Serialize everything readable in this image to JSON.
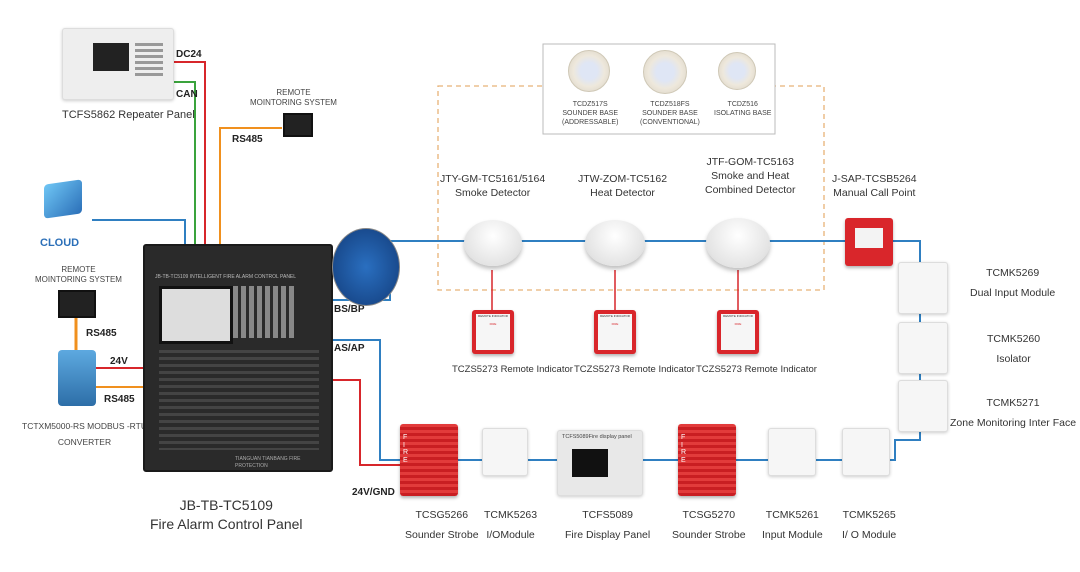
{
  "colors": {
    "power": "#d7262b",
    "can": "#3aa33c",
    "rs485": "#f0901e",
    "loop": "#2f7fc1",
    "dashed_box": "#e8b277",
    "cloud": "#2b6fb8"
  },
  "repeater": {
    "name": "TCFS5862 Repeater Panel",
    "dc_label": "DC24",
    "can_label": "CAN"
  },
  "remote_top": {
    "title_line1": "REMOTE",
    "title_line2": "MOINTORING SYSTEM",
    "link_label": "RS485"
  },
  "cloud": {
    "label": "CLOUD"
  },
  "remote_left": {
    "title_line1": "REMOTE",
    "title_line2": "MOINTORING SYSTEM",
    "link_label": "RS485"
  },
  "converter": {
    "name_line1": "TCTXM5000-RS  MODBUS -RTU",
    "name_line2": "CONVERTER",
    "power_label": "24V",
    "rs485_label": "RS485"
  },
  "control_panel": {
    "name_line1": "JB-TB-TC5109",
    "name_line2": "Fire Alarm Control Panel",
    "face_title": "JB-TB-TC5109 INTELLIGENT FIRE ALARM CONTROL PANEL",
    "brand": "TIANGUAN TIANBANG FIRE PROTECTION"
  },
  "bus_labels": {
    "bs_bp": "BS/BP",
    "as_ap": "AS/AP",
    "power": "24V/GND"
  },
  "bases": [
    {
      "line1": "TCDZ517S",
      "line2": "SOUNDER BASE",
      "line3": "(ADDRESSABLE)"
    },
    {
      "line1": "TCDZ518FS",
      "line2": "SOUNDER BASE",
      "line3": "(CONVENTIONAL)"
    },
    {
      "line1": "TCDZ516",
      "line2": "ISOLATING BASE",
      "line3": ""
    }
  ],
  "detectors": [
    {
      "model": "JTY-GM-TC5161/5164",
      "name": "Smoke Detector",
      "extra": ""
    },
    {
      "model": "JTW-ZOM-TC5162",
      "name": "Heat Detector",
      "extra": ""
    },
    {
      "model": "JTF-GOM-TC5163",
      "name": "Smoke and Heat",
      "extra": "Combined Detector"
    },
    {
      "model": "J-SAP-TCSB5264",
      "name": "Manual Call Point",
      "extra": ""
    }
  ],
  "indicators": [
    {
      "label": "TCZS5273 Remote Indicator",
      "face": "REMOTE INDICATOR",
      "fire": "FIRE"
    },
    {
      "label": "TCZS5273 Remote Indicator",
      "face": "REMOTE INDICATOR",
      "fire": "FIRE"
    },
    {
      "label": "TCZS5273 Remote Indicator",
      "face": "REMOTE INDICATOR",
      "fire": "FIRE"
    }
  ],
  "right_modules": [
    {
      "model": "TCMK5269",
      "name": "Dual Input Module"
    },
    {
      "model": "TCMK5260",
      "name": "Isolator"
    },
    {
      "model": "TCMK5271",
      "name": "Zone Monitoring Inter Face"
    }
  ],
  "bottom_devices": [
    {
      "model": "TCSG5266",
      "name": "Sounder Strobe",
      "face": "FIRE"
    },
    {
      "model": "TCMK5263",
      "name": "I/OModule"
    },
    {
      "model": "TCFS5089",
      "name": "Fire Display Panel",
      "face": "TCFS5089Fire display panel"
    },
    {
      "model": "TCSG5270",
      "name": "Sounder Strobe",
      "face": "FIRE"
    },
    {
      "model": "TCMK5261",
      "name": "Input Module"
    },
    {
      "model": "TCMK5265",
      "name": "I/ O Module"
    }
  ]
}
